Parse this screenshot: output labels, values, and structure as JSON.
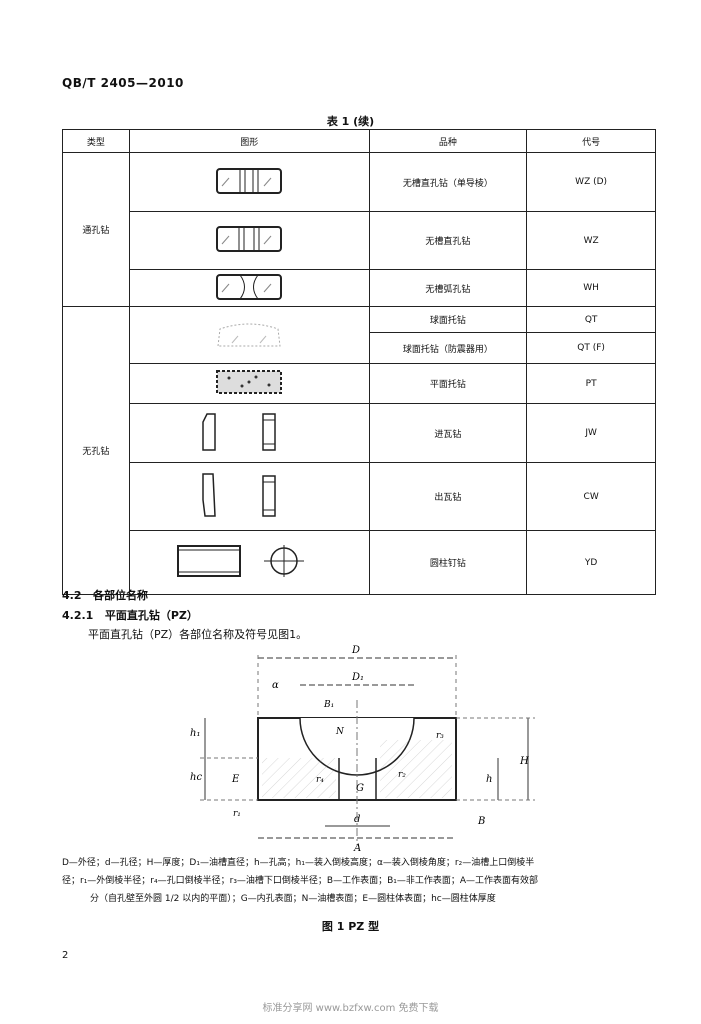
{
  "header": {
    "std_code": "QB/T 2405—2010"
  },
  "table": {
    "title": "表 1 (续)",
    "headers": [
      "类型",
      "图形",
      "品种",
      "代号"
    ],
    "groups": [
      {
        "type": "通孔钻",
        "rows": [
          {
            "variety": "无槽直孔钻（单导棱）",
            "code": "WZ (D)"
          },
          {
            "variety": "无槽直孔钻",
            "code": "WZ"
          },
          {
            "variety": "无槽弧孔钻",
            "code": "WH"
          }
        ]
      },
      {
        "type": "无孔钻",
        "rows": [
          {
            "variety": "球面托钻",
            "code": "QT"
          },
          {
            "variety": "球面托钻（防震器用）",
            "code": "QT (F)"
          },
          {
            "variety": "平面托钻",
            "code": "PT"
          },
          {
            "variety": "进瓦钻",
            "code": "JW"
          },
          {
            "variety": "出瓦钻",
            "code": "CW"
          },
          {
            "variety": "圆柱钉钻",
            "code": "YD"
          }
        ]
      }
    ]
  },
  "sections": {
    "s42": {
      "num": "4.2",
      "title": "各部位名称"
    },
    "s421": {
      "num": "4.2.1",
      "title": "平面直孔钻（PZ）"
    },
    "para": "平面直孔钻（PZ）各部位名称及符号见图1。"
  },
  "figure": {
    "labels": {
      "D": "D",
      "D1": "D₁",
      "alpha": "α",
      "B1": "B₁",
      "N": "N",
      "r3": "r₃",
      "h": "h",
      "h1": "h₁",
      "hc": "hc",
      "H": "H",
      "E": "E",
      "rA": "r₄",
      "G": "G",
      "r2": "r₂",
      "r1": "r₁",
      "B": "B",
      "d": "d",
      "A": "A"
    },
    "caption": [
      "D—外径；d—孔径；H—厚度；D₁—油槽直径；h—孔高；h₁—装入倒棱高度；α—装入倒棱角度；r₂—油槽上口倒棱半",
      "径；r₁—外倒棱半径；r₄—孔口倒棱半径；r₃—油槽下口倒棱半径；B—工作表面；B₁—非工作表面；A—工作表面有效部",
      "分（自孔壁至外圆 1/2 以内的平面）；G—内孔表面；N—油槽表面；E—圆柱体表面；hc—圆柱体厚度"
    ],
    "title": "图 1   PZ 型"
  },
  "footer": {
    "page": "2",
    "watermark": "标准分享网 www.bzfxw.com 免费下载"
  }
}
